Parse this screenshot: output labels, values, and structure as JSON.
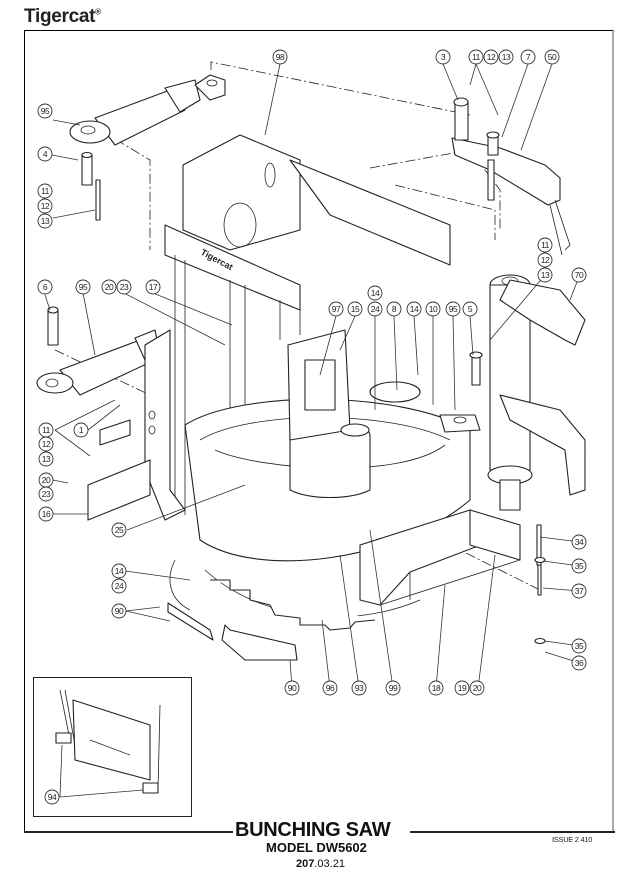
{
  "header": {
    "brand": "Tigercat",
    "registered_mark": "®"
  },
  "diagram": {
    "stamp_text": "Tigercat",
    "callouts": [
      {
        "id": "c98",
        "label": "98"
      },
      {
        "id": "c95a",
        "label": "95"
      },
      {
        "id": "c4",
        "label": "4"
      },
      {
        "id": "c11a",
        "label": "11"
      },
      {
        "id": "c12a",
        "label": "12"
      },
      {
        "id": "c13a",
        "label": "13"
      },
      {
        "id": "c3",
        "label": "3"
      },
      {
        "id": "c11b",
        "label": "11"
      },
      {
        "id": "c12b",
        "label": "12"
      },
      {
        "id": "c13b",
        "label": "13"
      },
      {
        "id": "c7",
        "label": "7"
      },
      {
        "id": "c50",
        "label": "50"
      },
      {
        "id": "c11c",
        "label": "11"
      },
      {
        "id": "c12c",
        "label": "12"
      },
      {
        "id": "c13c",
        "label": "13"
      },
      {
        "id": "c70",
        "label": "70"
      },
      {
        "id": "c6",
        "label": "6"
      },
      {
        "id": "c95b",
        "label": "95"
      },
      {
        "id": "c20a",
        "label": "20"
      },
      {
        "id": "c23a",
        "label": "23"
      },
      {
        "id": "c17",
        "label": "17"
      },
      {
        "id": "c14a",
        "label": "14"
      },
      {
        "id": "c97",
        "label": "97"
      },
      {
        "id": "c15",
        "label": "15"
      },
      {
        "id": "c24a",
        "label": "24"
      },
      {
        "id": "c8",
        "label": "8"
      },
      {
        "id": "c14b",
        "label": "14"
      },
      {
        "id": "c10",
        "label": "10"
      },
      {
        "id": "c95c",
        "label": "95"
      },
      {
        "id": "c5",
        "label": "5"
      },
      {
        "id": "c11d",
        "label": "11"
      },
      {
        "id": "c1",
        "label": "1"
      },
      {
        "id": "c12d",
        "label": "12"
      },
      {
        "id": "c13d",
        "label": "13"
      },
      {
        "id": "c20b",
        "label": "20"
      },
      {
        "id": "c23b",
        "label": "23"
      },
      {
        "id": "c16",
        "label": "16"
      },
      {
        "id": "c25",
        "label": "25"
      },
      {
        "id": "c14c",
        "label": "14"
      },
      {
        "id": "c24b",
        "label": "24"
      },
      {
        "id": "c90a",
        "label": "90"
      },
      {
        "id": "c90b",
        "label": "90"
      },
      {
        "id": "c96",
        "label": "96"
      },
      {
        "id": "c93",
        "label": "93"
      },
      {
        "id": "c99",
        "label": "99"
      },
      {
        "id": "c18",
        "label": "18"
      },
      {
        "id": "c19",
        "label": "19"
      },
      {
        "id": "c20c",
        "label": "20"
      },
      {
        "id": "c34",
        "label": "34"
      },
      {
        "id": "c35a",
        "label": "35"
      },
      {
        "id": "c37",
        "label": "37"
      },
      {
        "id": "c35b",
        "label": "35"
      },
      {
        "id": "c36",
        "label": "36"
      },
      {
        "id": "c94",
        "label": "94"
      }
    ]
  },
  "footer": {
    "title": "BUNCHING SAW",
    "model": "MODEL DW5602",
    "page_bold": "207",
    "page_rest": ".03.21",
    "issue": "ISSUE 2 410"
  }
}
